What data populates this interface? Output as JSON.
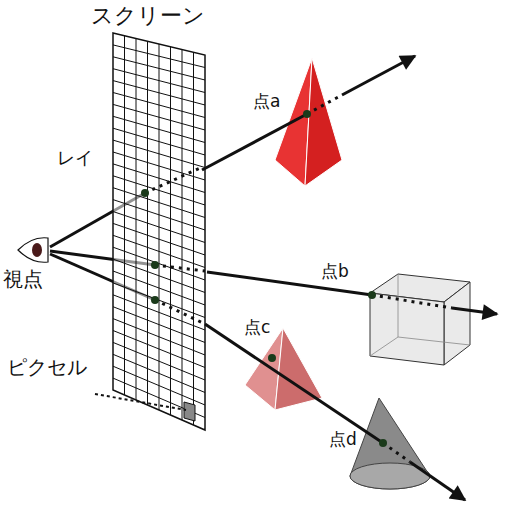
{
  "diagram": {
    "labels": [
      "スクリーン",
      "点a",
      "レイ",
      "視点",
      "点b",
      "点c",
      "ピクセル",
      "点d"
    ]
  }
}
